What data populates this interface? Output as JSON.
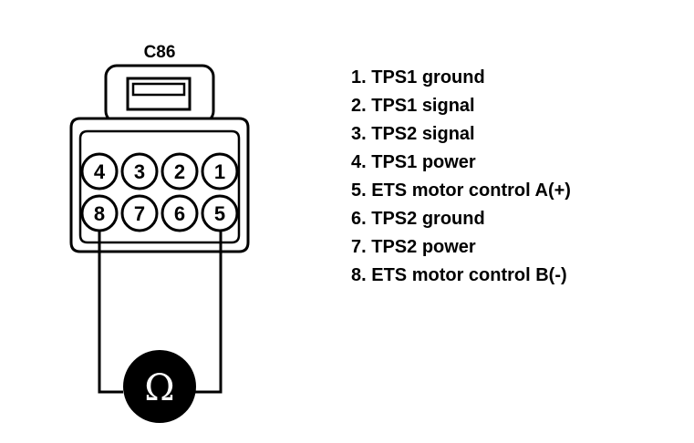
{
  "connector": {
    "id": "C86",
    "pin_numbers_top_row": [
      "4",
      "3",
      "2",
      "1"
    ],
    "pin_numbers_bottom_row": [
      "8",
      "7",
      "6",
      "5"
    ]
  },
  "meter": {
    "symbol": "Ω",
    "probe_pins": [
      "8",
      "5"
    ]
  },
  "legend": [
    "1. TPS1 ground",
    "2. TPS1 signal",
    "3. TPS2 signal",
    "4. TPS1 power",
    "5. ETS motor control A(+)",
    "6. TPS2 ground",
    "7. TPS2 power",
    "8. ETS motor control B(-)"
  ],
  "colors": {
    "line": "#000000",
    "meter_fill": "#000000",
    "background": "#ffffff"
  }
}
